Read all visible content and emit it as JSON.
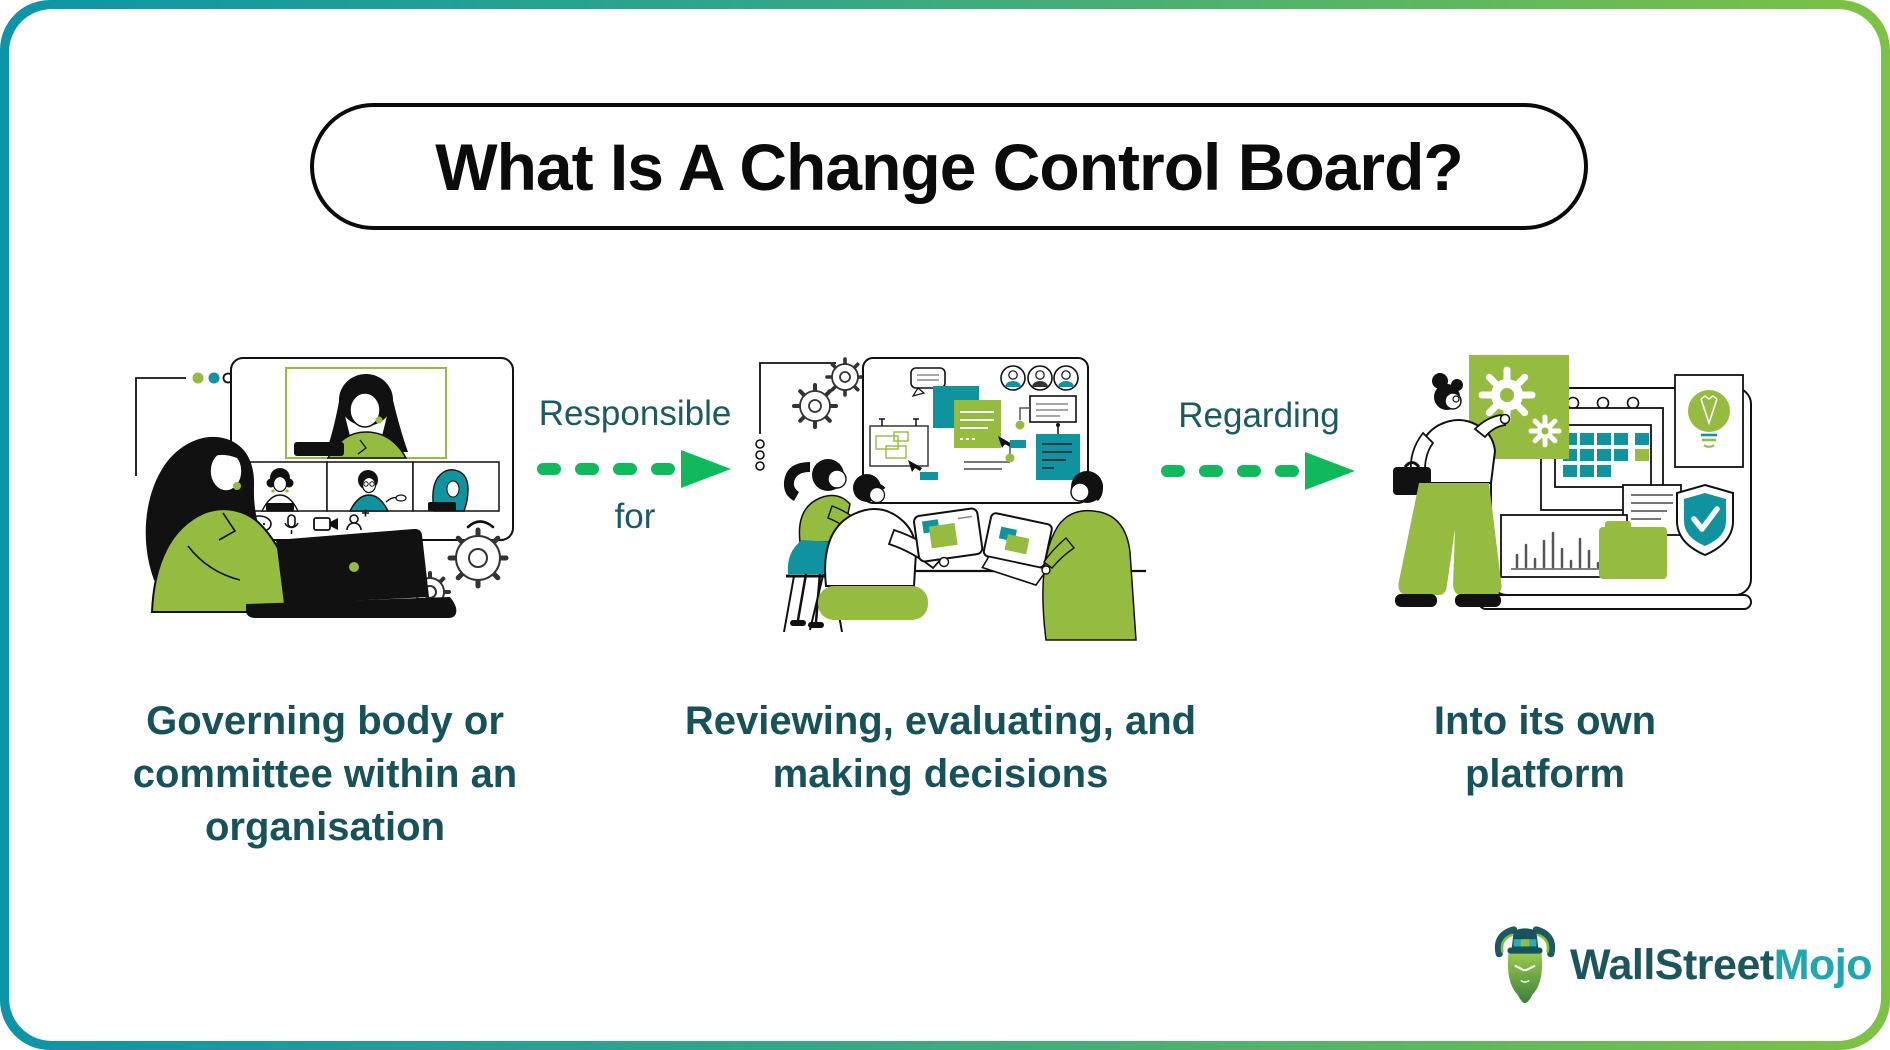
{
  "header": {
    "title": "What Is A Change Control Board?"
  },
  "flow": {
    "steps": [
      {
        "caption": "Governing body or committee within an organisation",
        "illustration": "video-conference-meeting"
      },
      {
        "caption": "Reviewing, evaluating, and making decisions",
        "illustration": "team-review-board"
      },
      {
        "caption": "Into its own platform",
        "illustration": "platform-dashboard"
      }
    ],
    "connectors": [
      {
        "label_top": "Responsible",
        "label_bottom": "for"
      },
      {
        "label_top": "Regarding",
        "label_bottom": ""
      }
    ]
  },
  "branding": {
    "logo_primary": "WallStreet",
    "logo_secondary": "Mojo"
  },
  "colors": {
    "frame_gradient_left": "#0D94A8",
    "frame_gradient_right": "#7DC243",
    "illustration_green": "#95BB41",
    "illustration_teal": "#11929F",
    "arrow_green": "#10B95C",
    "caption_teal": "#17525A",
    "title_black": "#0B0B0B"
  }
}
